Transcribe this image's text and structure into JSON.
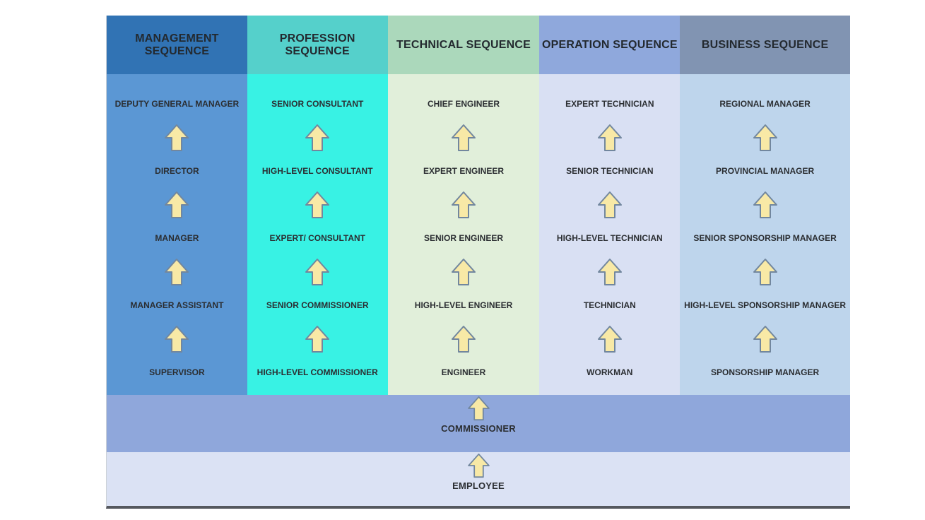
{
  "diagram": {
    "columns": [
      {
        "header": "MANAGEMENT SEQUENCE",
        "header_color": "#3173b4",
        "body_color": "#5b97d4",
        "levels": [
          "DEPUTY GENERAL MANAGER",
          "DIRECTOR",
          "MANAGER",
          "MANAGER ASSISTANT",
          "SUPERVISOR"
        ]
      },
      {
        "header": "PROFESSION SEQUENCE",
        "header_color": "#55d0cb",
        "body_color": "#38f2e4",
        "levels": [
          "SENIOR CONSULTANT",
          "HIGH-LEVEL CONSULTANT",
          "EXPERT/ CONSULTANT",
          "SENIOR COMMISSIONER",
          "HIGH-LEVEL COMMISSIONER"
        ]
      },
      {
        "header": "TECHNICAL SEQUENCE",
        "header_color": "#abd8bb",
        "body_color": "#e1efda",
        "levels": [
          "CHIEF ENGINEER",
          "EXPERT ENGINEER",
          "SENIOR ENGINEER",
          "HIGH-LEVEL ENGINEER",
          "ENGINEER"
        ]
      },
      {
        "header": "OPERATION SEQUENCE",
        "header_color": "#8fa8dc",
        "body_color": "#d9e0f3",
        "levels": [
          "EXPERT TECHNICIAN",
          "SENIOR TECHNICIAN",
          "HIGH-LEVEL TECHNICIAN",
          "TECHNICIAN",
          "WORKMAN"
        ]
      },
      {
        "header": "BUSINESS SEQUENCE",
        "header_color": "#8194b2",
        "body_color": "#bed5ec",
        "levels": [
          "REGIONAL MANAGER",
          "PROVINCIAL MANAGER",
          "SENIOR SPONSORSHIP MANAGER",
          "HIGH-LEVEL SPONSORSHIP MANAGER",
          "SPONSORSHIP MANAGER"
        ]
      }
    ],
    "base_bands": [
      {
        "label": "COMMISSIONER",
        "band_color": "#8fa7db"
      },
      {
        "label": "EMPLOYEE",
        "band_color": "#dbe2f4"
      }
    ],
    "arrow_icon": {
      "meaning": "promotion-up-arrow",
      "fill": "#f8e9a6",
      "stroke": "#72879e"
    },
    "colors": {
      "text": "#2b2e32",
      "bottom_border": "#55585e",
      "page_background": "#ffffff"
    }
  }
}
